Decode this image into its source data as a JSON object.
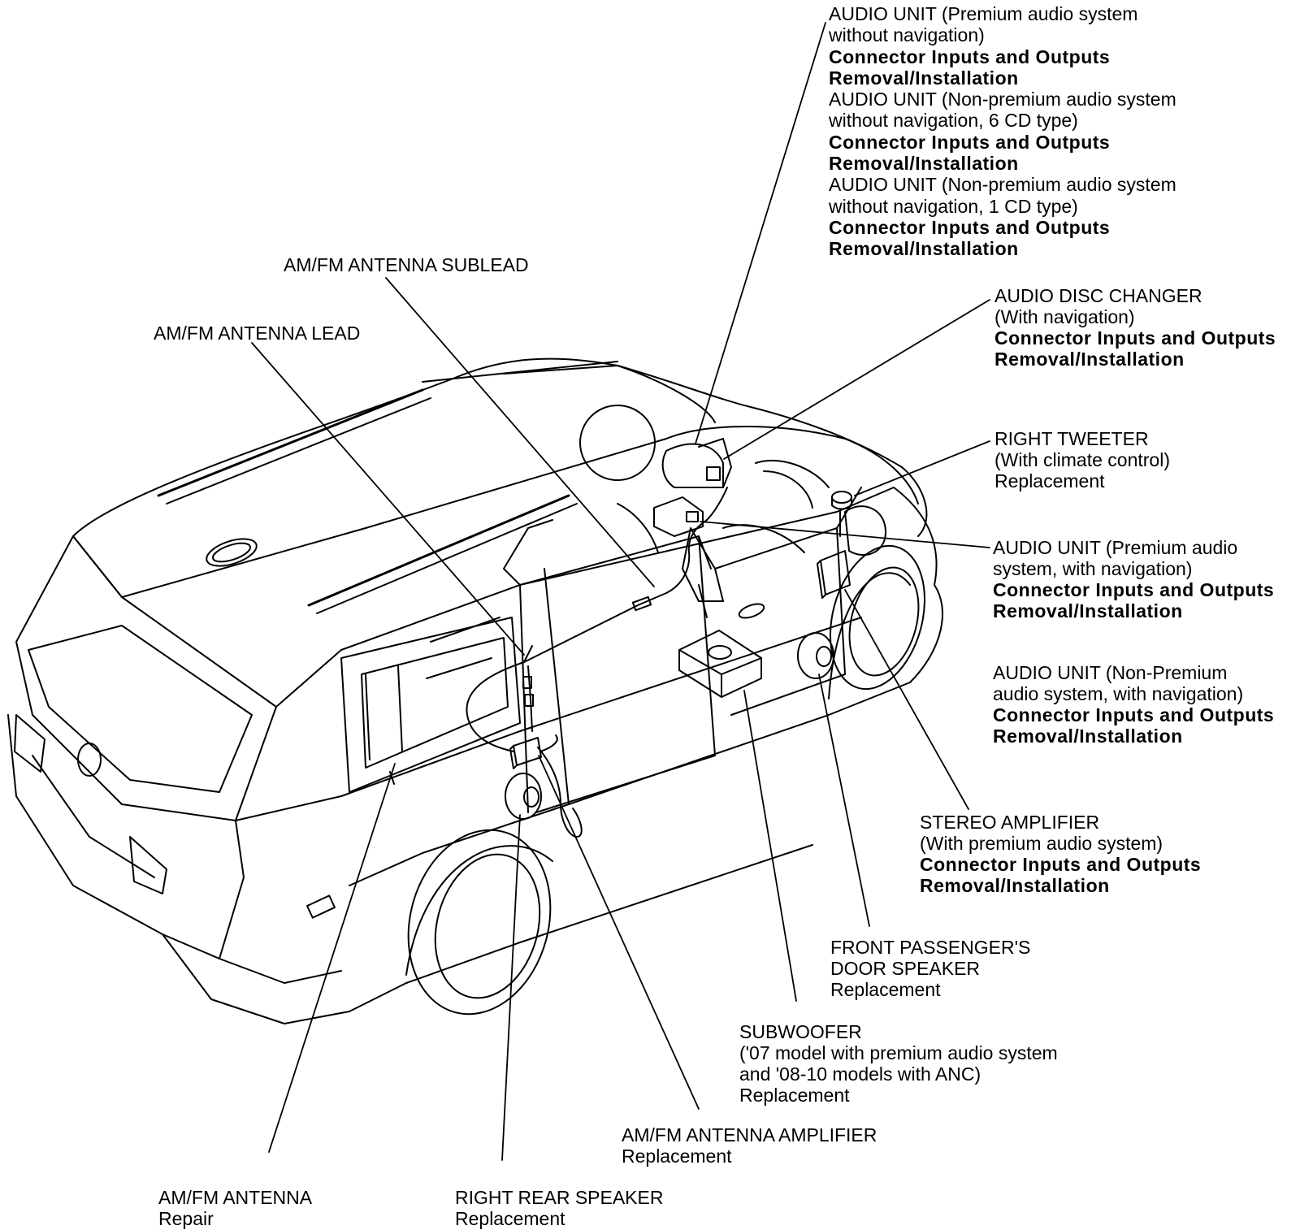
{
  "callouts": {
    "audio_unit_top": {
      "lines": [
        {
          "text": "AUDIO UNIT (Premium audio system",
          "bold": false
        },
        {
          "text": "without navigation)",
          "bold": false
        },
        {
          "text": "Connector Inputs and Outputs",
          "bold": true
        },
        {
          "text": "Removal/Installation",
          "bold": true
        },
        {
          "text": "AUDIO UNIT (Non-premium audio system",
          "bold": false
        },
        {
          "text": "without navigation, 6 CD type)",
          "bold": false
        },
        {
          "text": "Connector Inputs and Outputs",
          "bold": true
        },
        {
          "text": "Removal/Installation",
          "bold": true
        },
        {
          "text": "AUDIO UNIT (Non-premium audio system",
          "bold": false
        },
        {
          "text": "without navigation, 1 CD type)",
          "bold": false
        },
        {
          "text": "Connector Inputs and Outputs",
          "bold": true
        },
        {
          "text": "Removal/Installation",
          "bold": true
        }
      ]
    },
    "antenna_sublead": {
      "lines": [
        {
          "text": "AM/FM ANTENNA SUBLEAD",
          "bold": false
        }
      ]
    },
    "antenna_lead": {
      "lines": [
        {
          "text": "AM/FM ANTENNA LEAD",
          "bold": false
        }
      ]
    },
    "disc_changer": {
      "lines": [
        {
          "text": "AUDIO DISC CHANGER",
          "bold": false
        },
        {
          "text": "(With navigation)",
          "bold": false
        },
        {
          "text": "Connector Inputs and Outputs",
          "bold": true
        },
        {
          "text": "Removal/Installation",
          "bold": true
        }
      ]
    },
    "right_tweeter": {
      "lines": [
        {
          "text": "RIGHT TWEETER",
          "bold": false
        },
        {
          "text": "(With climate control)",
          "bold": false
        },
        {
          "text": "Replacement",
          "bold": false
        }
      ]
    },
    "audio_unit_premium_nav": {
      "lines": [
        {
          "text": "AUDIO UNIT (Premium audio",
          "bold": false
        },
        {
          "text": "system, with navigation)",
          "bold": false
        },
        {
          "text": "Connector Inputs and Outputs",
          "bold": true
        },
        {
          "text": "Removal/Installation",
          "bold": true
        }
      ]
    },
    "audio_unit_nonpremium_nav": {
      "lines": [
        {
          "text": "AUDIO UNIT (Non-Premium",
          "bold": false
        },
        {
          "text": "audio system, with navigation)",
          "bold": false
        },
        {
          "text": "Connector Inputs and Outputs",
          "bold": true
        },
        {
          "text": "Removal/Installation",
          "bold": true
        }
      ]
    },
    "stereo_amplifier": {
      "lines": [
        {
          "text": "STEREO AMPLIFIER",
          "bold": false
        },
        {
          "text": "(With premium audio system)",
          "bold": false
        },
        {
          "text": "Connector Inputs and Outputs",
          "bold": true
        },
        {
          "text": "Removal/Installation",
          "bold": true
        }
      ]
    },
    "front_passenger_door_speaker": {
      "lines": [
        {
          "text": "FRONT PASSENGER'S",
          "bold": false
        },
        {
          "text": "DOOR SPEAKER",
          "bold": false
        },
        {
          "text": "Replacement",
          "bold": false
        }
      ]
    },
    "subwoofer": {
      "lines": [
        {
          "text": "SUBWOOFER",
          "bold": false
        },
        {
          "text": "('07 model with premium audio system",
          "bold": false
        },
        {
          "text": "and '08-10 models with ANC)",
          "bold": false
        },
        {
          "text": "Replacement",
          "bold": false
        }
      ]
    },
    "antenna_amplifier": {
      "lines": [
        {
          "text": "AM/FM ANTENNA AMPLIFIER",
          "bold": false
        },
        {
          "text": "Replacement",
          "bold": false
        }
      ]
    },
    "antenna": {
      "lines": [
        {
          "text": "AM/FM ANTENNA",
          "bold": false
        },
        {
          "text": "Repair",
          "bold": false
        }
      ]
    },
    "right_rear_speaker": {
      "lines": [
        {
          "text": "RIGHT REAR SPEAKER",
          "bold": false
        },
        {
          "text": "Replacement",
          "bold": false
        }
      ]
    }
  }
}
